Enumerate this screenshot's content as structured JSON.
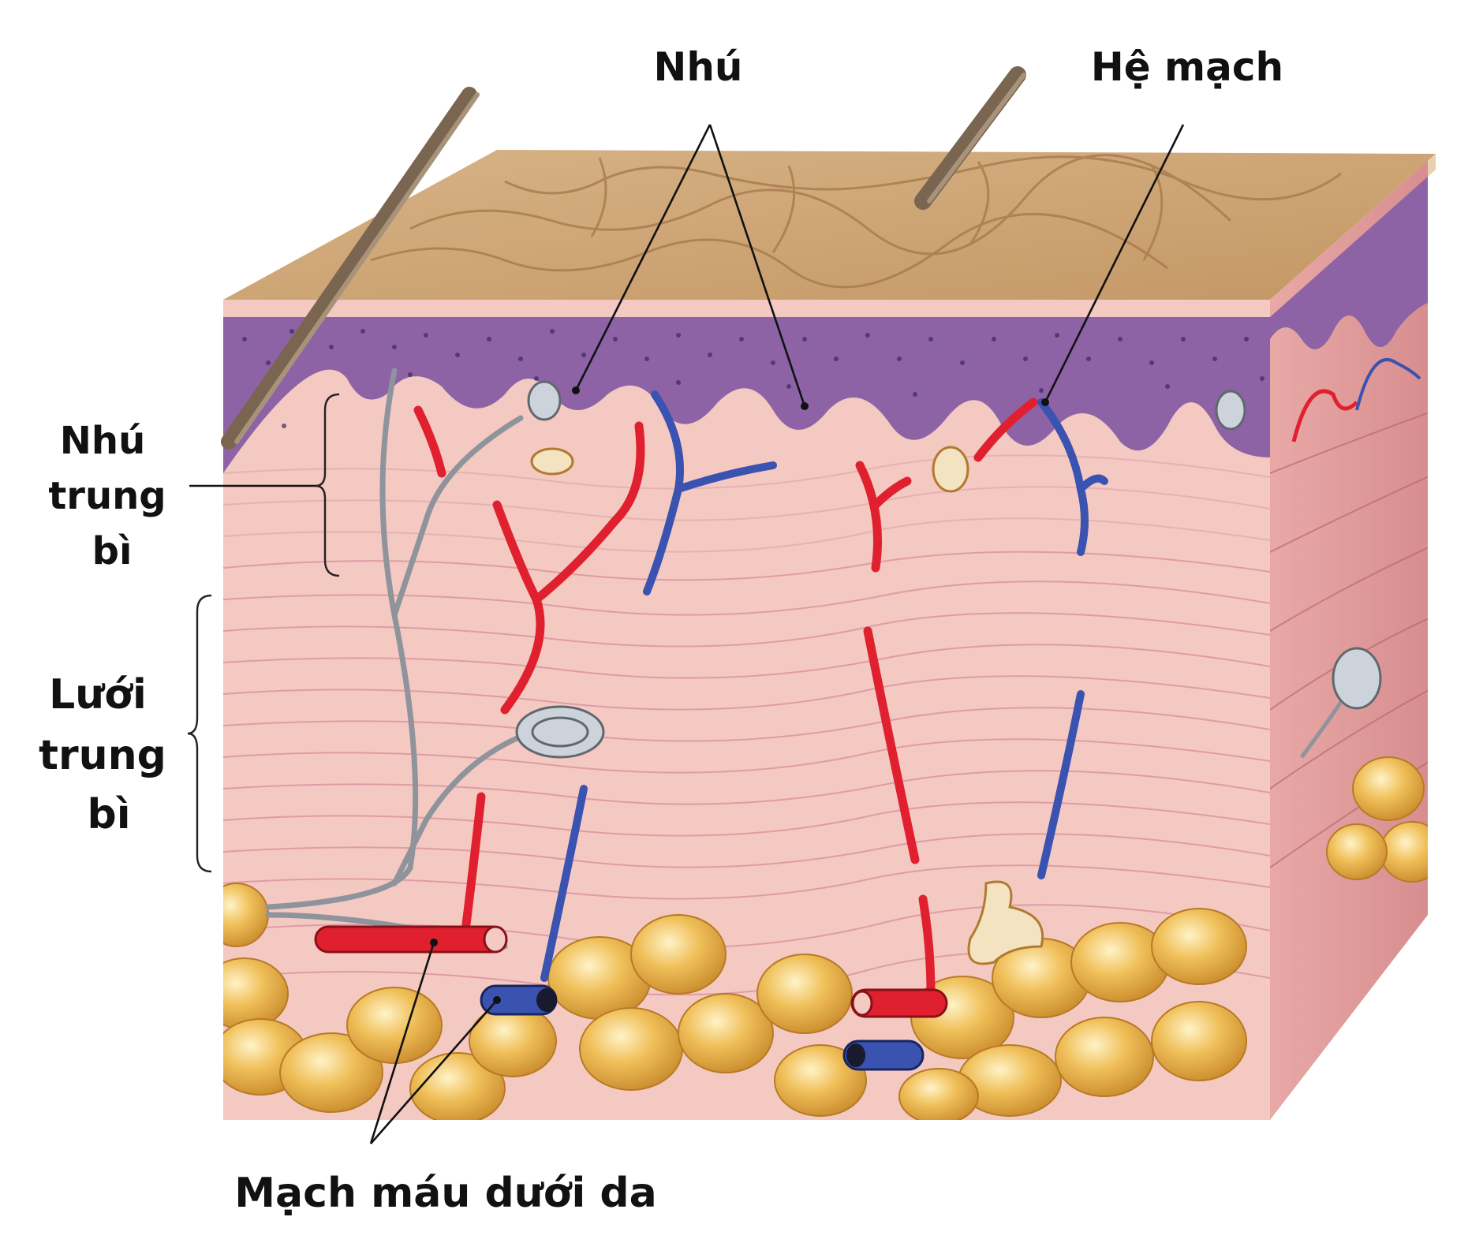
{
  "labels": {
    "papillae": "Nhú",
    "vascular_system": "Hệ mạch",
    "papillary_dermis": [
      "Nhú",
      "trung",
      "bì"
    ],
    "reticular_dermis": [
      "Lưới",
      "trung",
      "bì"
    ],
    "subcutaneous_vessels": "Mạch máu dưới da"
  },
  "colors": {
    "epidermis_surface": "#c9a06e",
    "epidermis_layer": "#8d63a6",
    "dermis": "#f3c9c2",
    "fiber": "#d98c9c",
    "artery": "#e0202e",
    "vein": "#3a52b0",
    "nerve": "#8f939c",
    "fat": "#e9b24b"
  }
}
